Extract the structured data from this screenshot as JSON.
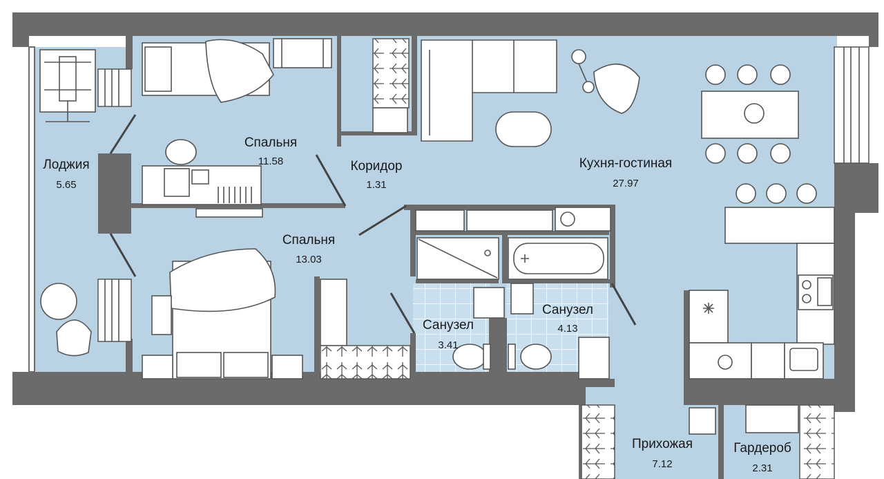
{
  "plan": {
    "colors": {
      "wall": "#6b6b6b",
      "floor": "#b9d3e5",
      "tile": "#c9dfee",
      "tile_line": "#ffffff",
      "furniture": "#ffffff",
      "stroke": "#555555"
    },
    "rooms": {
      "loggia": {
        "name": "Лоджия",
        "area": "5.65"
      },
      "bedroom1": {
        "name": "Спальня",
        "area": "11.58"
      },
      "corridor": {
        "name": "Коридор",
        "area": "1.31"
      },
      "kitchen": {
        "name": "Кухня-гостиная",
        "area": "27.97"
      },
      "bedroom2": {
        "name": "Спальня",
        "area": "13.03"
      },
      "bath1": {
        "name": "Санузел",
        "area": "3.41"
      },
      "bath2": {
        "name": "Санузел",
        "area": "4.13"
      },
      "hall": {
        "name": "Прихожая",
        "area": "7.12"
      },
      "wardrobe": {
        "name": "Гардероб",
        "area": "2.31"
      }
    },
    "icons": [
      "exercise-machine-icon",
      "bed-icon",
      "desk-icon",
      "chair-icon",
      "sofa-icon",
      "floor-lamp-icon",
      "armchair-icon",
      "coffee-table-icon",
      "dining-table-icon",
      "wardrobe-icon",
      "bathtub-icon",
      "shower-icon",
      "sink-icon",
      "toilet-icon",
      "washing-machine-icon",
      "stove-icon",
      "kitchen-sink-icon",
      "fridge-icon",
      "round-table-icon",
      "shoe-rack-icon"
    ]
  }
}
